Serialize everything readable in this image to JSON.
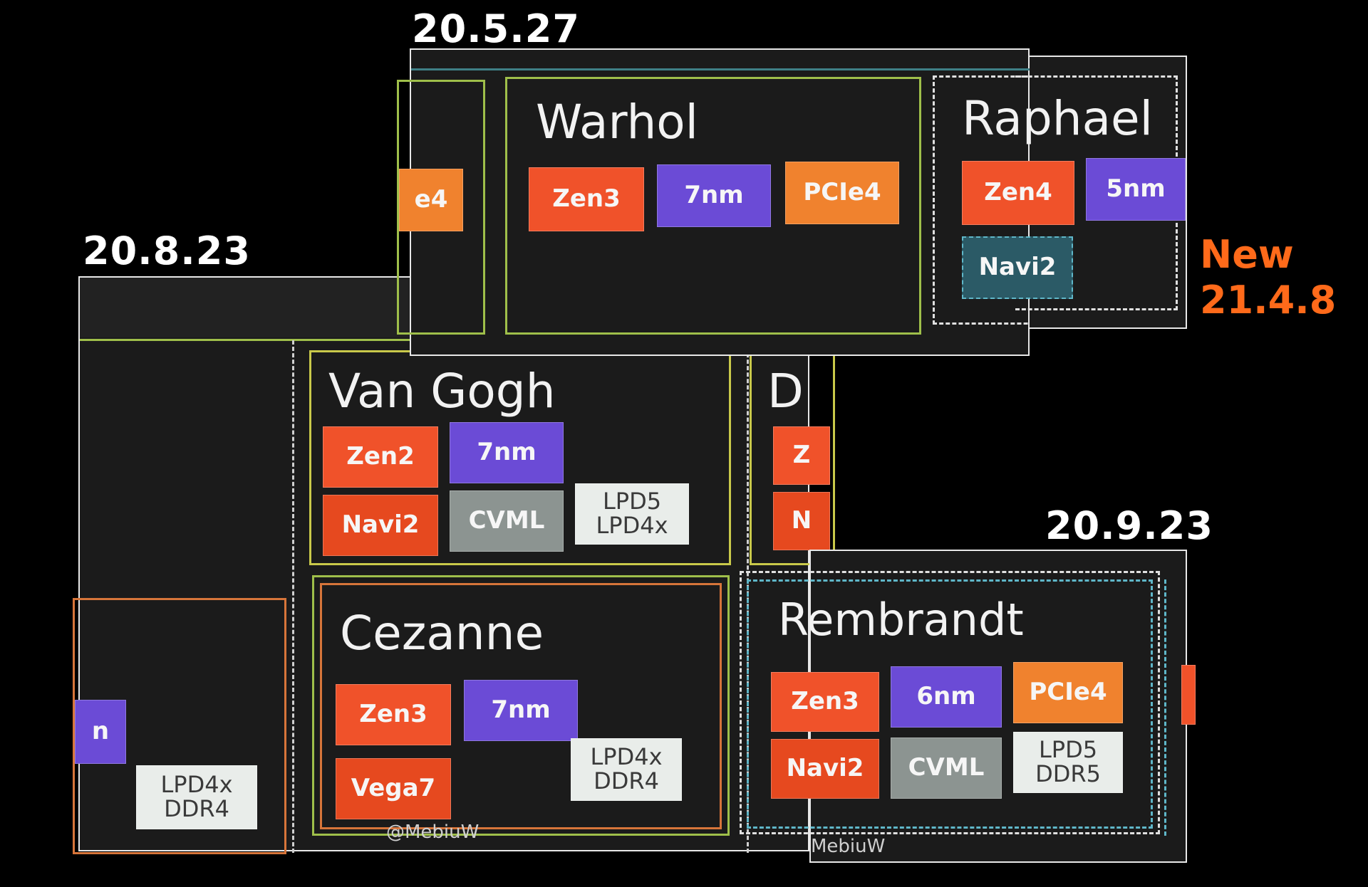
{
  "dates": {
    "d1": "20.5.27",
    "d2": "20.8.23",
    "d3": "20.9.23",
    "new_label": "New",
    "new_date": "21.4.8"
  },
  "chips": {
    "warhol": {
      "name": "Warhol",
      "tiles": [
        "Zen3",
        "7nm",
        "PCIe4"
      ]
    },
    "raphael": {
      "name": "Raphael",
      "tiles": [
        "Zen4",
        "5nm",
        "Navi2"
      ]
    },
    "vangogh": {
      "name": "Van Gogh",
      "tiles": [
        "Zen2",
        "7nm",
        "Navi2",
        "CVML",
        "LPD5",
        "LPD4x"
      ]
    },
    "cezanne": {
      "name": "Cezanne",
      "tiles": [
        "Zen3",
        "7nm",
        "Vega7",
        "LPD4x",
        "DDR4"
      ]
    },
    "rembrandt": {
      "name": "Rembrandt",
      "tiles": [
        "Zen3",
        "6nm",
        "PCIe4",
        "Navi2",
        "CVML",
        "LPD5",
        "DDR5"
      ]
    },
    "partial_left": {
      "tiles": [
        "e4",
        "LPD4x",
        "DDR4",
        "n"
      ]
    },
    "partial_d": {
      "name": "D",
      "tiles": [
        "Z",
        "N"
      ]
    }
  },
  "watermarks": [
    "@MebiuW",
    "MebiuW"
  ],
  "colors": {
    "accent_new": "#ff6a1a",
    "zen": "#f0522a",
    "node": "#6b4bd6",
    "pcie": "#f0822e",
    "cvml": "#8c9491",
    "memory": "#e9edea"
  }
}
